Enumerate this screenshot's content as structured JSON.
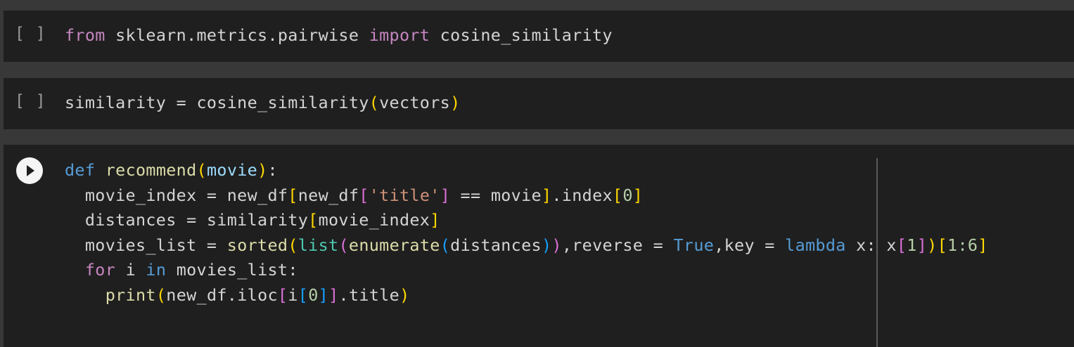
{
  "notebook": {
    "cells": [
      {
        "gutter": "[ ]",
        "status": "not-executed",
        "lines": [
          [
            {
              "t": "from",
              "c": "kw-ctrl"
            },
            {
              "t": " sklearn.metrics.pairwise ",
              "c": ""
            },
            {
              "t": "import",
              "c": "kw-ctrl"
            },
            {
              "t": " cosine_similarity",
              "c": ""
            }
          ]
        ]
      },
      {
        "gutter": "[ ]",
        "status": "not-executed",
        "lines": [
          [
            {
              "t": "similarity = cosine_similarity",
              "c": ""
            },
            {
              "t": "(",
              "c": "b1"
            },
            {
              "t": "vectors",
              "c": ""
            },
            {
              "t": ")",
              "c": "b1"
            }
          ]
        ]
      },
      {
        "gutter": "run-button",
        "status": "focused",
        "run_icon": "play-icon",
        "ruler_visible": true,
        "lines": [
          [
            {
              "t": "def",
              "c": "kw"
            },
            {
              "t": " ",
              "c": ""
            },
            {
              "t": "recommend",
              "c": "fn"
            },
            {
              "t": "(",
              "c": "b1"
            },
            {
              "t": "movie",
              "c": "param"
            },
            {
              "t": ")",
              "c": "b1"
            },
            {
              "t": ":",
              "c": ""
            }
          ],
          [
            {
              "t": "  movie_index = new_df",
              "c": ""
            },
            {
              "t": "[",
              "c": "b1"
            },
            {
              "t": "new_df",
              "c": ""
            },
            {
              "t": "[",
              "c": "b2"
            },
            {
              "t": "'title'",
              "c": "str"
            },
            {
              "t": "]",
              "c": "b2"
            },
            {
              "t": " == movie",
              "c": ""
            },
            {
              "t": "]",
              "c": "b1"
            },
            {
              "t": ".index",
              "c": ""
            },
            {
              "t": "[",
              "c": "b1"
            },
            {
              "t": "0",
              "c": "num"
            },
            {
              "t": "]",
              "c": "b1"
            }
          ],
          [
            {
              "t": "  distances = similarity",
              "c": ""
            },
            {
              "t": "[",
              "c": "b1"
            },
            {
              "t": "movie_index",
              "c": ""
            },
            {
              "t": "]",
              "c": "b1"
            }
          ],
          [
            {
              "t": "  movies_list = ",
              "c": ""
            },
            {
              "t": "sorted",
              "c": "fn"
            },
            {
              "t": "(",
              "c": "b1"
            },
            {
              "t": "list",
              "c": "cls"
            },
            {
              "t": "(",
              "c": "b2"
            },
            {
              "t": "enumerate",
              "c": "fn"
            },
            {
              "t": "(",
              "c": "b3"
            },
            {
              "t": "distances",
              "c": ""
            },
            {
              "t": ")",
              "c": "b3"
            },
            {
              "t": ")",
              "c": "b2"
            },
            {
              "t": ",reverse = ",
              "c": ""
            },
            {
              "t": "True",
              "c": "kw"
            },
            {
              "t": ",key = ",
              "c": ""
            },
            {
              "t": "lambda",
              "c": "kw"
            },
            {
              "t": " x: x",
              "c": ""
            },
            {
              "t": "[",
              "c": "b2"
            },
            {
              "t": "1",
              "c": "num"
            },
            {
              "t": "]",
              "c": "b2"
            },
            {
              "t": ")",
              "c": "b1"
            },
            {
              "t": "[",
              "c": "b1"
            },
            {
              "t": "1:6",
              "c": "num"
            },
            {
              "t": "]",
              "c": "b1"
            }
          ],
          [
            {
              "t": "  ",
              "c": ""
            },
            {
              "t": "for",
              "c": "kw-ctrl"
            },
            {
              "t": " i ",
              "c": ""
            },
            {
              "t": "in",
              "c": "kw"
            },
            {
              "t": " movies_list:",
              "c": ""
            }
          ],
          [
            {
              "t": "    ",
              "c": ""
            },
            {
              "t": "print",
              "c": "fn"
            },
            {
              "t": "(",
              "c": "b1"
            },
            {
              "t": "new_df.iloc",
              "c": ""
            },
            {
              "t": "[",
              "c": "b2"
            },
            {
              "t": "i",
              "c": ""
            },
            {
              "t": "[",
              "c": "b3"
            },
            {
              "t": "0",
              "c": "num"
            },
            {
              "t": "]",
              "c": "b3"
            },
            {
              "t": "]",
              "c": "b2"
            },
            {
              "t": ".title",
              "c": ""
            },
            {
              "t": ")",
              "c": "b1"
            }
          ]
        ]
      }
    ]
  },
  "colors": {
    "page_background": "#383838",
    "cell_background": "#1f1f1f",
    "default_text": "#d4d4d4",
    "keyword_control": "#c586c0",
    "keyword": "#569cd6",
    "function": "#dcdcaa",
    "parameter": "#9cdcfe",
    "class": "#4ec9b0",
    "string": "#ce9178",
    "number": "#b5cea8",
    "bracket_level_1": "#ffd700",
    "bracket_level_2": "#da70d6",
    "bracket_level_3": "#179fff"
  }
}
